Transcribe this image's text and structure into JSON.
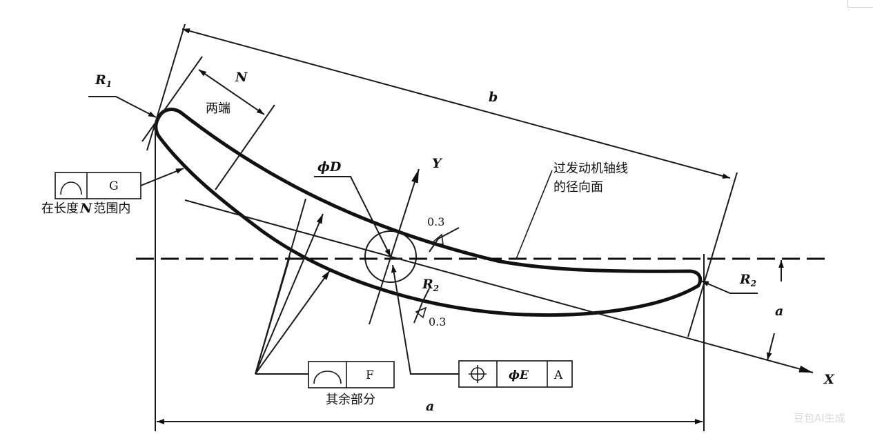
{
  "labels": {
    "R1_main": "R",
    "R1_sub": "1",
    "R2_tip_main": "R",
    "R2_tip_sub": "2",
    "R2_center_main": "R",
    "R2_center_sub": "2",
    "N": "N",
    "both_ends": "两端",
    "b": "b",
    "a_bottom": "a",
    "a_right": "a",
    "phiD": "ϕD",
    "Y": "Y",
    "X": "X",
    "radial_plane_line1": "过发动机轴线",
    "radial_plane_line2": "的径向面",
    "tol_upper": "0.3",
    "tol_lower": "0.3",
    "within_N_prefix": "在长度",
    "within_N_var": "N",
    "within_N_suffix": "范围内",
    "remaining_part": "其余部分"
  },
  "frames": {
    "profile_G": {
      "symbol": "line-profile-icon",
      "datum": "G"
    },
    "profile_F": {
      "symbol": "line-profile-icon",
      "datum": "F"
    },
    "position_E": {
      "symbol": "position-icon",
      "value": "ϕE",
      "datum": "A"
    }
  },
  "watermark": "豆包AI生成"
}
